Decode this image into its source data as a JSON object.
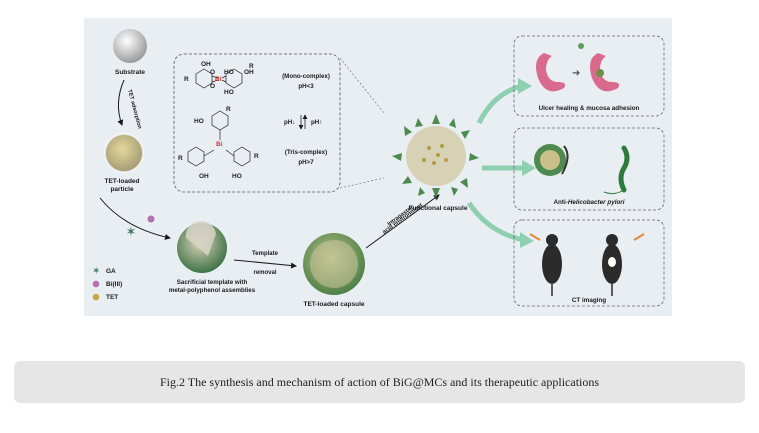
{
  "figure": {
    "labels": {
      "substrate": "Substrate",
      "tet_adsorption": "TET adsorption",
      "tet_loaded_particle_1": "TET-loaded",
      "tet_loaded_particle_2": "particle",
      "sacrificial_1": "Sacrificial template with",
      "sacrificial_2": "metal-polyphenol assemblies",
      "template_removal_1": "Template",
      "template_removal_2": "removal",
      "tet_loaded_capsule": "TET-loaded capsule",
      "intragastric_1": "Intragastric",
      "intragastric_2": "acid environment",
      "functional_capsule": "Functional capsule",
      "mono_complex": "(Mono-complex)",
      "mono_ph": "pH<3",
      "tris_complex": "(Tris-complex)",
      "tris_ph": "pH>7",
      "ph_down": "pH↓",
      "ph_up": "pH↑",
      "bi_mono": "Bi",
      "bi_tris": "Bi",
      "app_ulcer": "Ulcer healing & mucosa adhesion",
      "app_hp_prefix": "Anti-",
      "app_hp_italic": "Helicobacter pylori",
      "app_ct": "CT imaging"
    },
    "legend": [
      {
        "label": "GA",
        "color": "#3d7a56",
        "shape": "star"
      },
      {
        "label": "Bi(III)",
        "color": "#b56fb0",
        "shape": "circle"
      },
      {
        "label": "TET",
        "color": "#c9a741",
        "shape": "circle"
      }
    ],
    "chem_labels": {
      "oh": "OH",
      "ho": "HO",
      "r": "R",
      "o": "O"
    },
    "colors": {
      "arrow_green": "#8ecfb0",
      "capsule_green": "#5f9a5a",
      "stomach_pink": "#d96a8d",
      "bi_red": "#d0342c"
    }
  },
  "caption": "Fig.2 The synthesis and mechanism of action of BiG@MCs and its therapeutic applications"
}
